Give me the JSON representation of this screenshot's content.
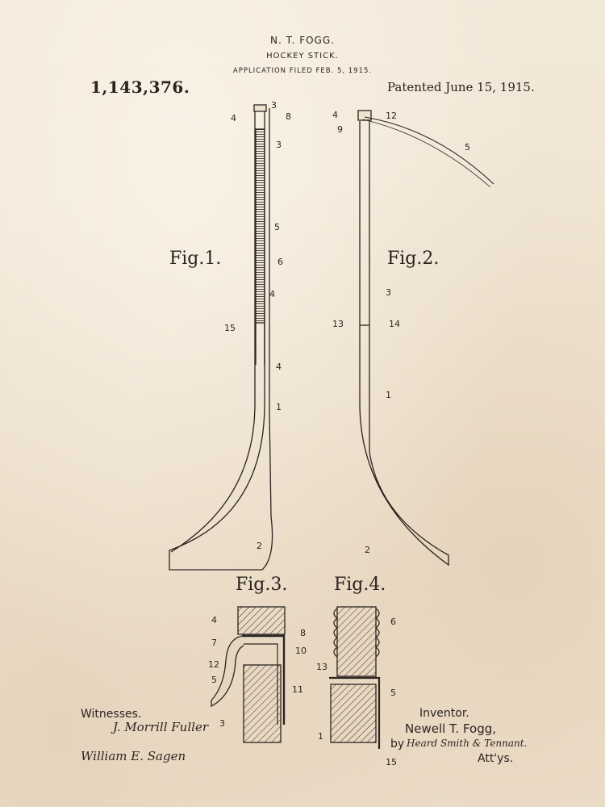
{
  "header": {
    "inventor_name": "N. T. FOGG.",
    "title": "HOCKEY STICK.",
    "application": "APPLICATION FILED FEB. 5, 1915."
  },
  "patent_number": "1,143,376.",
  "patent_date": "Patented June 15, 1915.",
  "figures": {
    "fig1": "Fig.1.",
    "fig2": "Fig.2.",
    "fig3": "Fig.3.",
    "fig4": "Fig.4."
  },
  "fig1_labels": [
    "3",
    "4",
    "8",
    "3",
    "5",
    "6",
    "4",
    "15",
    "4",
    "1",
    "2"
  ],
  "fig2_labels": [
    "4",
    "12",
    "9",
    "5",
    "3",
    "13",
    "14",
    "1",
    "2"
  ],
  "fig3_labels": [
    "4",
    "7",
    "8",
    "10",
    "12",
    "5",
    "11",
    "3"
  ],
  "fig4_labels": [
    "6",
    "13",
    "5",
    "1",
    "15"
  ],
  "footer": {
    "witnesses": "Witnesses.",
    "witness_sig_1": "J. Morrill Fuller",
    "witness_sig_2": "William E. Sagen",
    "inventor_heading": "Inventor.",
    "inventor_name": "Newell T. Fogg,",
    "by": "by",
    "attorney_sig": "Heard Smith & Tennant.",
    "attys": "Att'ys."
  },
  "colors": {
    "paper": "#f1e6d6",
    "ink": "#2a2420"
  }
}
